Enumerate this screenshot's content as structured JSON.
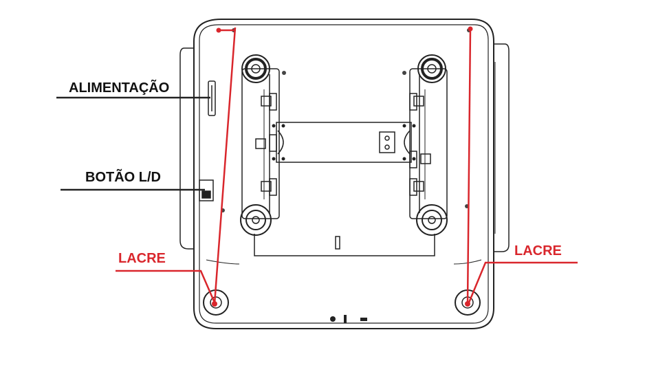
{
  "labels": {
    "alimentacao": "ALIMENTAÇÃO",
    "botao": "BOTÃO L/D",
    "lacre_left": "LACRE",
    "lacre_right": "LACRE"
  },
  "colors": {
    "line": "#222222",
    "seal": "#d9262c",
    "label_dark": "#111111",
    "label_red": "#d9262c"
  }
}
